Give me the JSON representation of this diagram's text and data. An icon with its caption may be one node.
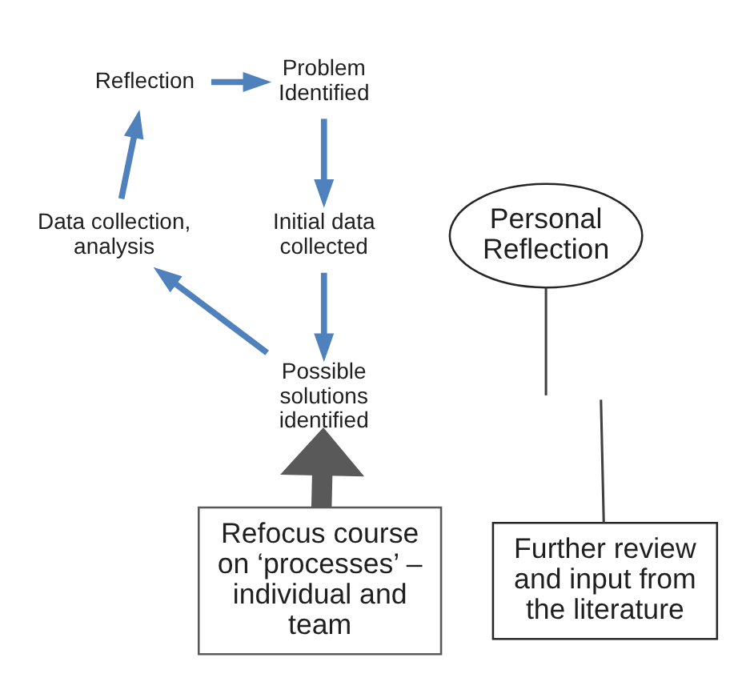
{
  "diagram": {
    "nodes": [
      {
        "text": [
          "Reflection"
        ]
      },
      {
        "text": [
          "Problem Identified"
        ]
      },
      {
        "text": [
          "Data collection, analysis"
        ]
      },
      {
        "text": [
          "Initial data collected"
        ]
      },
      {
        "text": [
          "Personal Reflection"
        ]
      },
      {
        "text": [
          "Possible solutions identified"
        ]
      },
      {
        "text": [
          "Further review and input from the literature"
        ]
      },
      {
        "text": [
          "Refocus course on ‘processes’ – individual and team"
        ]
      }
    ],
    "edges": [
      {
        "from": 0,
        "to": 1,
        "arrow": "to"
      },
      {
        "from": 1,
        "to": 3,
        "arrow": "to"
      },
      {
        "from": 3,
        "to": 5,
        "arrow": "to"
      },
      {
        "from": 5,
        "to": 2,
        "arrow": "to"
      },
      {
        "from": 2,
        "to": 0,
        "arrow": "to"
      },
      {
        "from": 4,
        "to": null,
        "arrow": "none",
        "color": "#404040"
      },
      {
        "from": 6,
        "to": null,
        "arrow": "none",
        "color": "#404040"
      },
      {
        "from": 7,
        "to": 5,
        "arrow": "to",
        "style": "thick",
        "color": "#595959"
      }
    ]
  }
}
